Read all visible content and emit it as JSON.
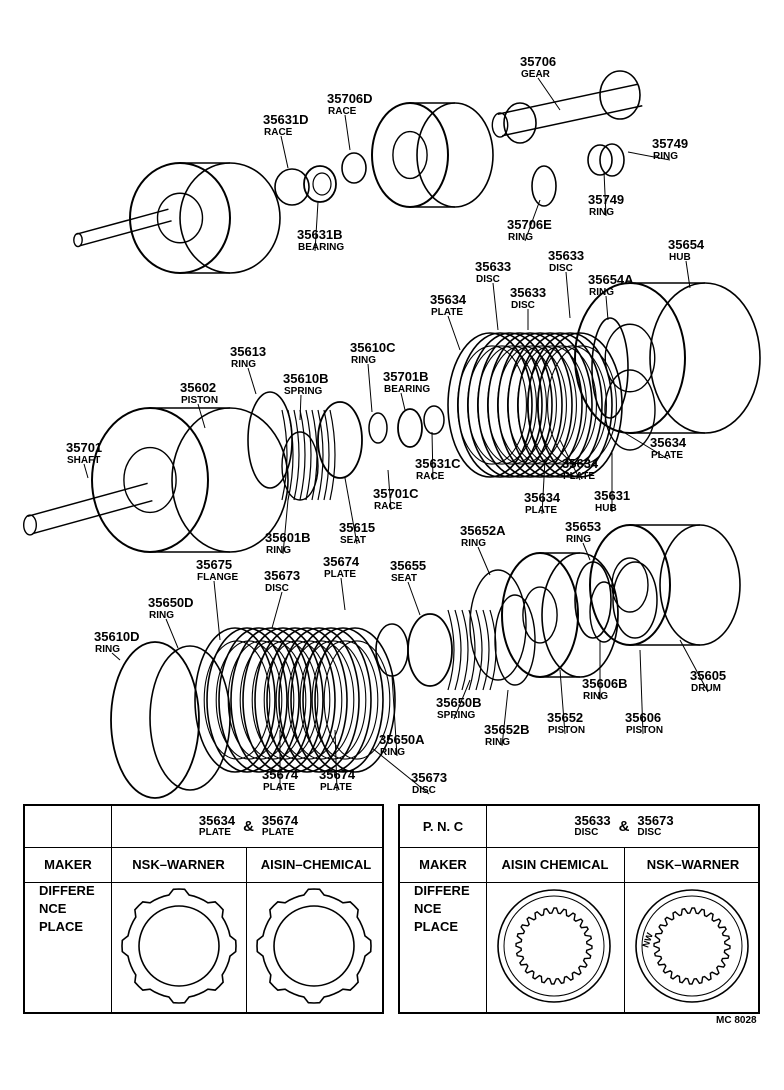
{
  "diagram": {
    "code": "MC 8028",
    "callouts": [
      {
        "id": "c35706",
        "num": "35706",
        "name": "GEAR"
      },
      {
        "id": "c35706D",
        "num": "35706D",
        "name": "RACE"
      },
      {
        "id": "c35631D",
        "num": "35631D",
        "name": "RACE"
      },
      {
        "id": "c35749a",
        "num": "35749",
        "name": "RING"
      },
      {
        "id": "c35749b",
        "num": "35749",
        "name": "RING"
      },
      {
        "id": "c35706E",
        "num": "35706E",
        "name": "RING"
      },
      {
        "id": "c35631B",
        "num": "35631B",
        "name": "BEARING"
      },
      {
        "id": "c35654",
        "num": "35654",
        "name": "HUB"
      },
      {
        "id": "c35633a",
        "num": "35633",
        "name": "DISC"
      },
      {
        "id": "c35633b",
        "num": "35633",
        "name": "DISC"
      },
      {
        "id": "c35633c",
        "num": "35633",
        "name": "DISC"
      },
      {
        "id": "c35654A",
        "num": "35654A",
        "name": "RING"
      },
      {
        "id": "c35634a",
        "num": "35634",
        "name": "PLATE"
      },
      {
        "id": "c35613",
        "num": "35613",
        "name": "RING"
      },
      {
        "id": "c35610C",
        "num": "35610C",
        "name": "RING"
      },
      {
        "id": "c35610B",
        "num": "35610B",
        "name": "SPRING"
      },
      {
        "id": "c35701B",
        "num": "35701B",
        "name": "BEARING"
      },
      {
        "id": "c35602",
        "num": "35602",
        "name": "PISTON"
      },
      {
        "id": "c35634b",
        "num": "35634",
        "name": "PLATE"
      },
      {
        "id": "c35701",
        "num": "35701",
        "name": "SHAFT"
      },
      {
        "id": "c35631C",
        "num": "35631C",
        "name": "RACE"
      },
      {
        "id": "c35634c",
        "num": "35634",
        "name": "PLATE"
      },
      {
        "id": "c35701C",
        "num": "35701C",
        "name": "RACE"
      },
      {
        "id": "c35634d",
        "num": "35634",
        "name": "PLATE"
      },
      {
        "id": "c35631",
        "num": "35631",
        "name": "HUB"
      },
      {
        "id": "c35615",
        "num": "35615",
        "name": "SEAT"
      },
      {
        "id": "c35601B",
        "num": "35601B",
        "name": "RING"
      },
      {
        "id": "c35652A",
        "num": "35652A",
        "name": "RING"
      },
      {
        "id": "c35653",
        "num": "35653",
        "name": "RING"
      },
      {
        "id": "c35675",
        "num": "35675",
        "name": "FLANGE"
      },
      {
        "id": "c35674a",
        "num": "35674",
        "name": "PLATE"
      },
      {
        "id": "c35655",
        "num": "35655",
        "name": "SEAT"
      },
      {
        "id": "c35673a",
        "num": "35673",
        "name": "DISC"
      },
      {
        "id": "c35650D",
        "num": "35650D",
        "name": "RING"
      },
      {
        "id": "c35610D",
        "num": "35610D",
        "name": "RING"
      },
      {
        "id": "c35605",
        "num": "35605",
        "name": "DRUM"
      },
      {
        "id": "c35606B",
        "num": "35606B",
        "name": "RING"
      },
      {
        "id": "c35650B",
        "num": "35650B",
        "name": "SPRING"
      },
      {
        "id": "c35652",
        "num": "35652",
        "name": "PISTON"
      },
      {
        "id": "c35606",
        "num": "35606",
        "name": "PISTON"
      },
      {
        "id": "c35650A",
        "num": "35650A",
        "name": "RING"
      },
      {
        "id": "c35652B",
        "num": "35652B",
        "name": "RING"
      },
      {
        "id": "c35674b",
        "num": "35674",
        "name": "PLATE"
      },
      {
        "id": "c35674c",
        "num": "35674",
        "name": "PLATE"
      },
      {
        "id": "c35673b",
        "num": "35673",
        "name": "DISC"
      }
    ]
  },
  "table_left": {
    "maker_label": "MAKER",
    "part1": {
      "num": "35634",
      "name": "PLATE"
    },
    "amp": "&",
    "part2": {
      "num": "35674",
      "name": "PLATE"
    },
    "maker1": "NSK–WARNER",
    "maker2": "AISIN–CHEMICAL",
    "diff": [
      "DIFFERE",
      "NCE",
      "PLACE"
    ]
  },
  "table_right": {
    "pnc_label": "P. N. C",
    "maker_label": "MAKER",
    "part1": {
      "num": "35633",
      "name": "DISC"
    },
    "amp": "&",
    "part2": {
      "num": "35673",
      "name": "DISC"
    },
    "maker1": "AISIN CHEMICAL",
    "maker2": "NSK–WARNER",
    "diff": [
      "DIFFERE",
      "NCE",
      "PLACE"
    ],
    "mark": "NW"
  }
}
